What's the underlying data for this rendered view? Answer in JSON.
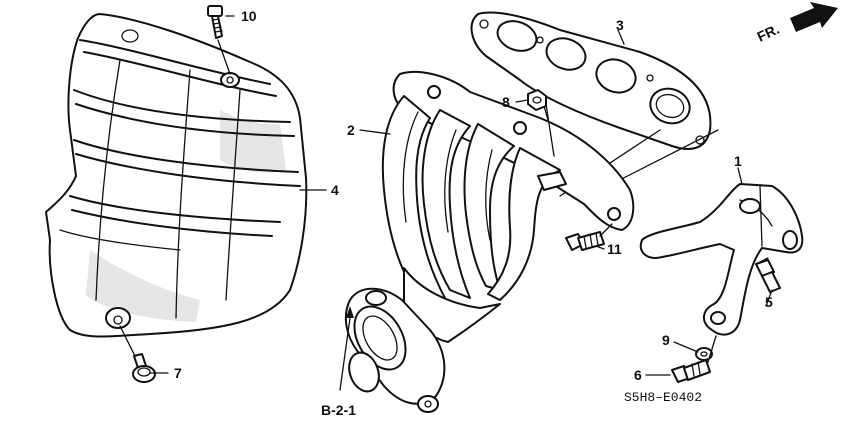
{
  "diagram": {
    "callouts": {
      "c1": "1",
      "c2": "2",
      "c3": "3",
      "c4": "4",
      "c5": "5",
      "c6": "6",
      "c7": "7",
      "c8": "8",
      "c9": "9",
      "c10": "10",
      "c11": "11"
    },
    "reference": "B-2-1",
    "direction": "FR.",
    "diagram_code": "S5H8–E0402"
  }
}
